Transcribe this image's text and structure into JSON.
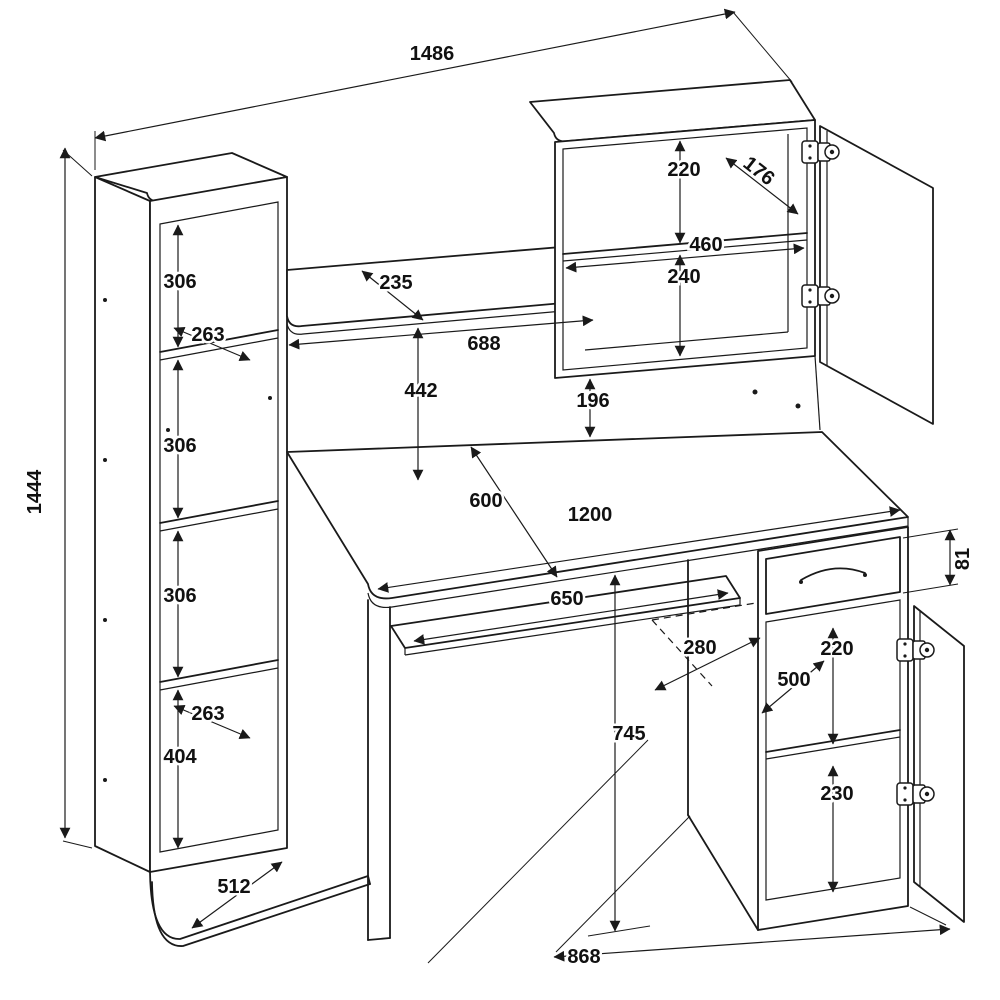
{
  "drawing": {
    "kind": "furniture dimension drawing",
    "subject": "computer desk with hutch, shelf column, drawer and cabinet doors",
    "units": "mm",
    "line_color": "#1a1a1a",
    "background": "#ffffff"
  },
  "dims": {
    "overall_width": "1486",
    "overall_height": "1444",
    "hutch_top_compartment": "220",
    "hutch_depth": "176",
    "hutch_inner_width": "460",
    "hutch_bottom_compartment": "240",
    "shelf_depth": "235",
    "niche_width": "688",
    "niche_height": "442",
    "hutch_gap": "196",
    "column_compartment_1": "306",
    "column_shelf_depth_a": "263",
    "column_compartment_2": "306",
    "column_compartment_3": "306",
    "column_shelf_depth_b": "263",
    "column_compartment_4": "404",
    "base_shelf_depth": "512",
    "desk_depth": "600",
    "desk_width": "1200",
    "tray_width": "650",
    "drawer_height": "81",
    "pedestal_inner_width": "280",
    "pedestal_depth": "500",
    "pedestal_top_compartment": "220",
    "desk_height": "745",
    "pedestal_bottom_compartment": "230",
    "pedestal_span": "868"
  }
}
